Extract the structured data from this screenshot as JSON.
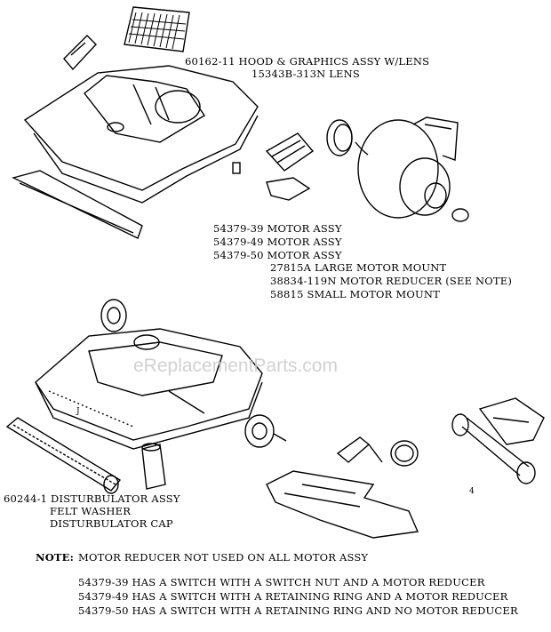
{
  "hood": {
    "line1": "60162-11 HOOD & GRAPHICS ASSY W/LENS",
    "line2": "15343B-313N LENS"
  },
  "motor": {
    "lines": [
      "54379-39 MOTOR ASSY",
      "54379-49 MOTOR ASSY",
      "54379-50 MOTOR ASSY"
    ],
    "parts": [
      "27815A LARGE MOTOR MOUNT",
      "38834-119N MOTOR REDUCER (SEE NOTE)",
      "58815 SMALL MOTOR MOUNT"
    ]
  },
  "disturbulator": {
    "line1": "60244-1 DISTURBULATOR ASSY",
    "line2": "FELT WASHER",
    "line3": "DISTURBULATOR CAP"
  },
  "note": {
    "key": "NOTE:",
    "text": "MOTOR REDUCER NOT USED ON ALL MOTOR ASSY",
    "details": [
      "54379-39 HAS A SWITCH WITH A SWITCH NUT AND A MOTOR REDUCER",
      "54379-49 HAS A SWITCH WITH A RETAINING RING AND A MOTOR REDUCER",
      "54379-50 HAS A SWITCH WITH A RETAINING RING AND NO MOTOR REDUCER"
    ]
  },
  "watermark": "eReplacementParts.com",
  "small_labels": [
    "J",
    "4"
  ]
}
